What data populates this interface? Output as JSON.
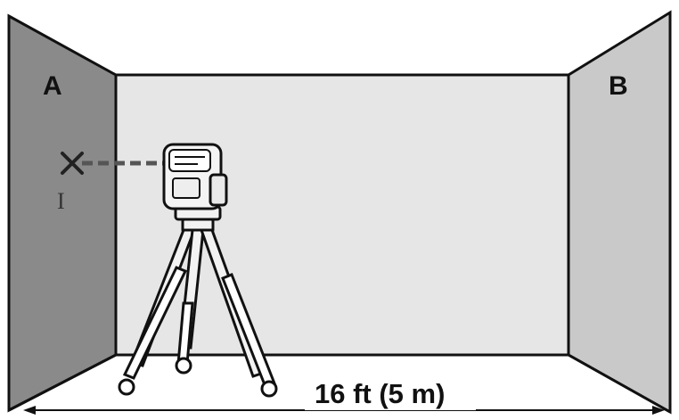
{
  "walls": {
    "left_label": "A",
    "right_label": "B"
  },
  "measurement": {
    "distance_label": "16 ft (5 m)"
  },
  "marks": {
    "point_label": "I"
  },
  "colors": {
    "outline": "#111111",
    "left_wall": "#8a8a8a",
    "back_wall": "#e6e6e6",
    "right_wall": "#c9c9c9",
    "floor": "#ffffff",
    "laser_beam": "#555555"
  },
  "icons": {
    "device": "line-laser-level-icon",
    "tripod": "tripod-icon",
    "laser_point": "laser-cross-point-icon"
  }
}
